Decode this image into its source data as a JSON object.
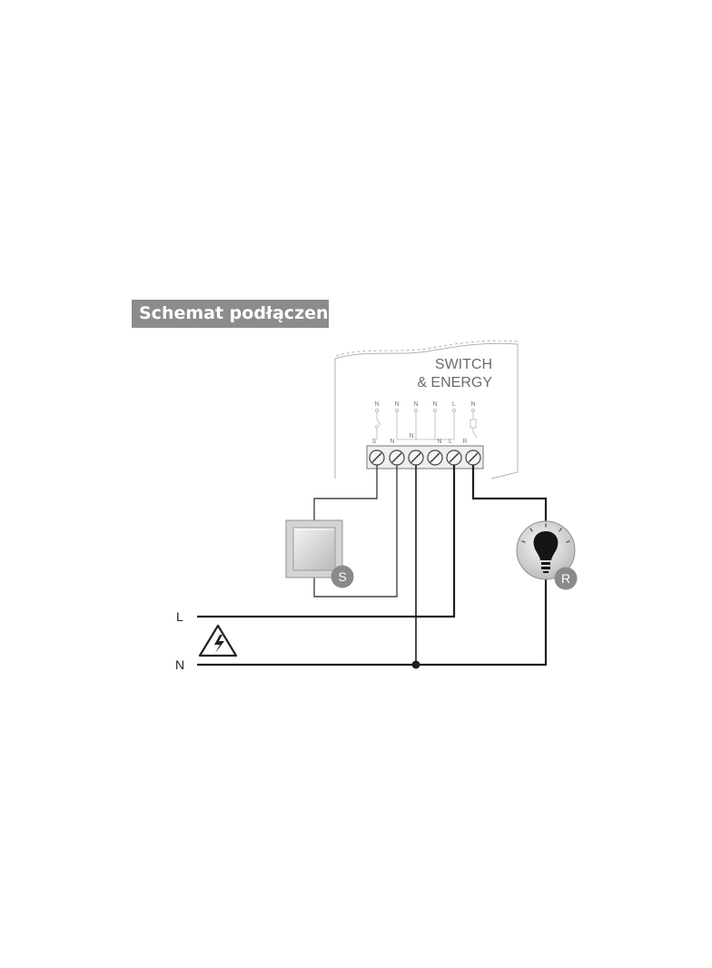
{
  "title": "Schemat podłączenia",
  "device": {
    "name_line1": "SWITCH",
    "name_line2": "& ENERGY",
    "top_labels": [
      "N",
      "N",
      "N",
      "N",
      "L",
      "N"
    ],
    "terminal_labels": [
      "S",
      "N",
      "N",
      "N",
      "L",
      "R"
    ]
  },
  "lines": {
    "live": "L",
    "neutral": "N"
  },
  "switch_badge": "S",
  "load_badge": "R",
  "icons": {
    "warning": "high-voltage-warning-icon",
    "bulb": "light-bulb-icon",
    "switch": "wall-switch-icon"
  },
  "colors": {
    "title_bg": "#8c8c8c",
    "badge_bg": "#8a8a8a",
    "wire": "#222222",
    "outline": "#aaaaaa"
  }
}
